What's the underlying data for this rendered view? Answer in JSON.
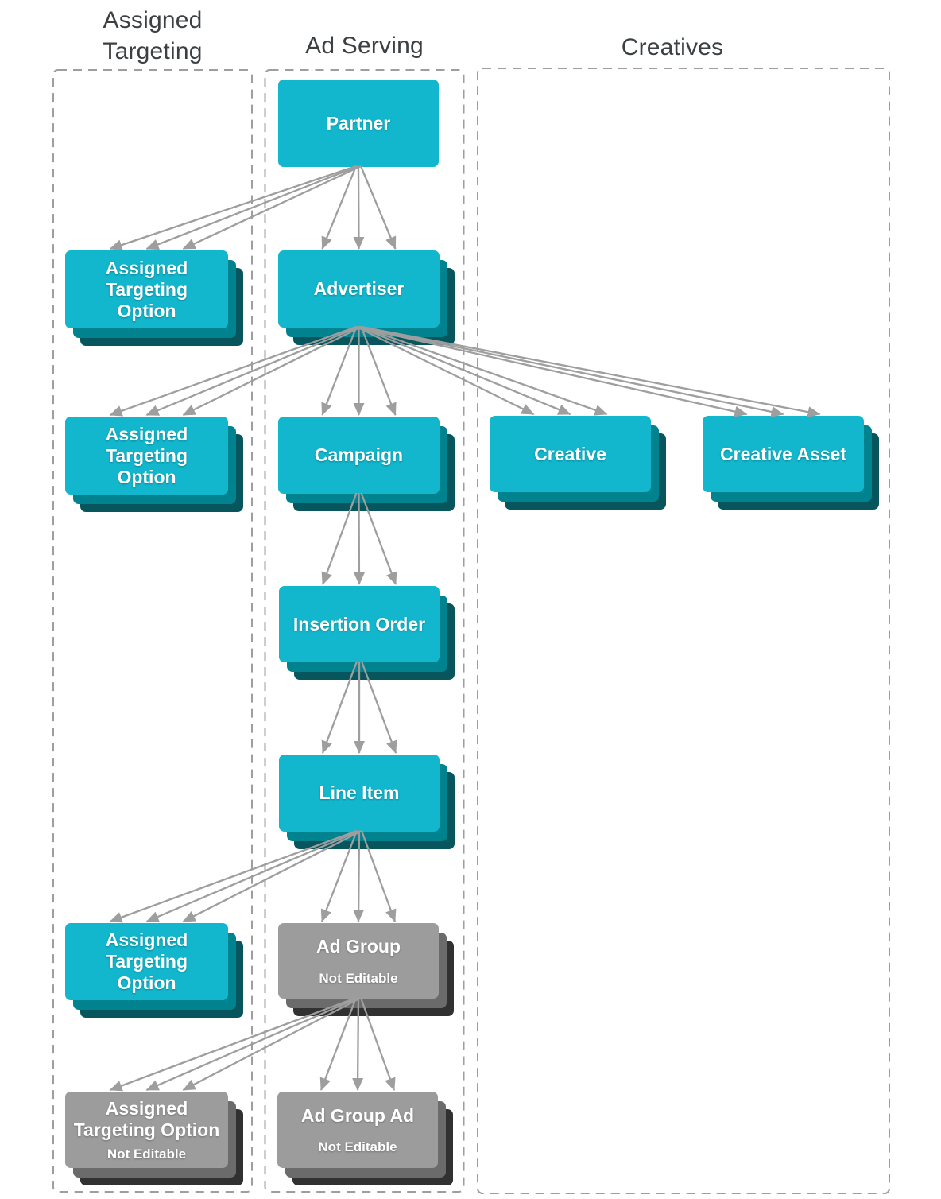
{
  "columns": [
    {
      "id": "assigned-targeting",
      "label": "Assigned\nTargeting"
    },
    {
      "id": "ad-serving",
      "label": "Ad Serving"
    },
    {
      "id": "creatives",
      "label": "Creatives"
    }
  ],
  "nodes": {
    "partner": {
      "label": "Partner",
      "editable": true
    },
    "ato1": {
      "label": "Assigned\nTargeting\nOption",
      "editable": true
    },
    "advertiser": {
      "label": "Advertiser",
      "editable": true
    },
    "ato2": {
      "label": "Assigned\nTargeting\nOption",
      "editable": true
    },
    "campaign": {
      "label": "Campaign",
      "editable": true
    },
    "creative": {
      "label": "Creative",
      "editable": true
    },
    "creative_asset": {
      "label": "Creative Asset",
      "editable": true
    },
    "insertion_order": {
      "label": "Insertion Order",
      "editable": true
    },
    "line_item": {
      "label": "Line Item",
      "editable": true
    },
    "ato3": {
      "label": "Assigned\nTargeting\nOption",
      "editable": true
    },
    "ad_group": {
      "label": "Ad Group",
      "sublabel": "Not Editable",
      "editable": false
    },
    "ato_ne": {
      "label": "Assigned\nTargeting Option",
      "sublabel": "Not Editable",
      "editable": false
    },
    "ad_group_ad": {
      "label": "Ad Group Ad",
      "sublabel": "Not Editable",
      "editable": false
    }
  },
  "edges": [
    {
      "from": "partner",
      "to": "ato1"
    },
    {
      "from": "partner",
      "to": "advertiser"
    },
    {
      "from": "advertiser",
      "to": "ato2"
    },
    {
      "from": "advertiser",
      "to": "campaign"
    },
    {
      "from": "advertiser",
      "to": "creative"
    },
    {
      "from": "advertiser",
      "to": "creative_asset"
    },
    {
      "from": "campaign",
      "to": "insertion_order"
    },
    {
      "from": "insertion_order",
      "to": "line_item"
    },
    {
      "from": "line_item",
      "to": "ato3"
    },
    {
      "from": "line_item",
      "to": "ad_group"
    },
    {
      "from": "ad_group",
      "to": "ato_ne"
    },
    {
      "from": "ad_group",
      "to": "ad_group_ad"
    }
  ],
  "colors": {
    "box_editable": "#12b7cd",
    "box_editable_layer2": "#00838f",
    "box_editable_layer3": "#07565e",
    "box_not_editable": "#9c9c9c",
    "box_not_editable_layer2": "#6b6b6b",
    "box_not_editable_layer3": "#313131",
    "arrow": "#9e9e9e",
    "column_border": "#9e9e9e",
    "header_text": "#3c4043",
    "box_text": "#ffffff"
  }
}
